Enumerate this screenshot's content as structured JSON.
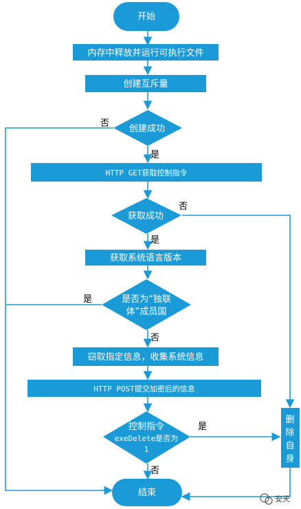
{
  "nodes": {
    "start": "开始",
    "release_exe": "内存中释放并运行可执行文件",
    "create_mutex": "创建互斥量",
    "create_ok": "创建成功",
    "get_cmd": "HTTP GET获取控制指令",
    "get_ok": "获取成功",
    "get_lang": "获取系统语言版本",
    "cis_line1": "是否为“独联",
    "cis_line2": "体”成员国",
    "steal_info": "窃取指定信息，收集系统信息",
    "post_info": "HTTP POST提交加密后的信息",
    "cmd_line1": "控制指令",
    "cmd_line2": "exeDelete是否为",
    "cmd_line3": "1",
    "delete_c1": "删",
    "delete_c2": "除",
    "delete_c3": "自",
    "delete_c4": "身",
    "end": "结束"
  },
  "edges": {
    "create_no": "否",
    "create_yes": "是",
    "get_no": "否",
    "get_yes": "是",
    "cis_yes": "是",
    "cis_no": "否",
    "cmd_yes": "是",
    "cmd_no": "否"
  },
  "watermark": "安天",
  "colors": {
    "shape": "#1a9ad6",
    "line": "#1a9ad6",
    "text": "#ffffff"
  }
}
